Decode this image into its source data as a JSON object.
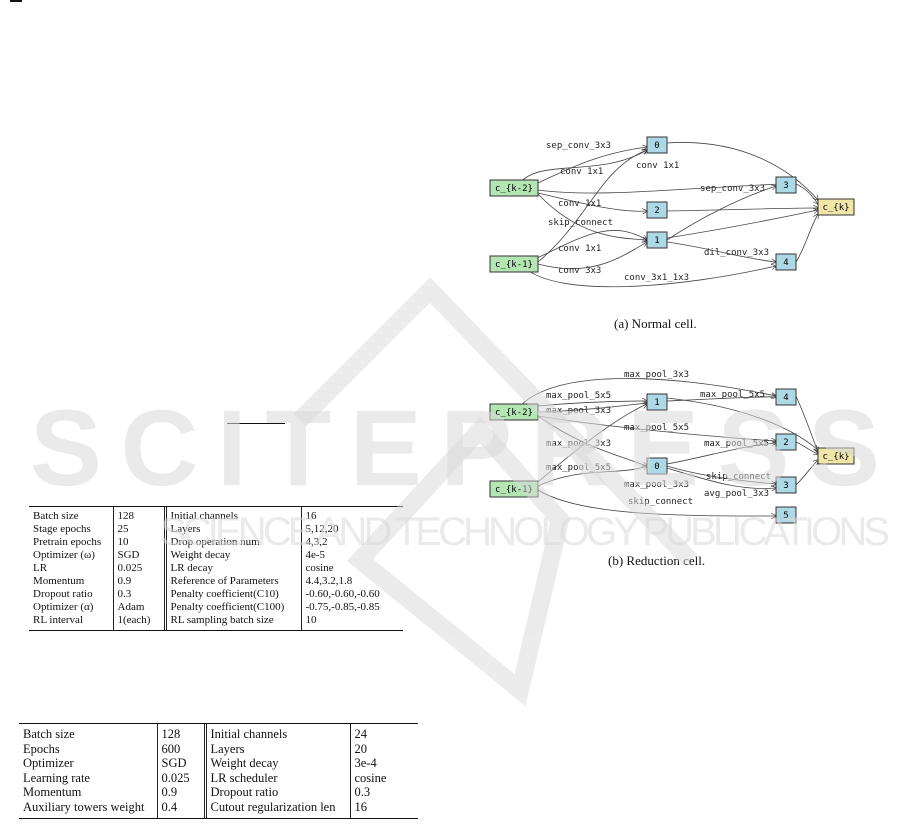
{
  "table1": {
    "rows": [
      [
        "Batch size",
        "128",
        "Initial channels",
        "16"
      ],
      [
        "Stage epochs",
        "25",
        "Layers",
        "5,12,20"
      ],
      [
        "Pretrain epochs",
        "10",
        "Drop operation num",
        "4,3,2"
      ],
      [
        "Optimizer (ω)",
        "SGD",
        "Weight decay",
        "4e-5"
      ],
      [
        "LR",
        "0.025",
        "LR decay",
        "cosine"
      ],
      [
        "Momentum",
        "0.9",
        "Reference of Parameters",
        "4.4,3.2,1.8"
      ],
      [
        "Dropout ratio",
        "0.3",
        "Penalty coefficient(C10)",
        "-0.60,-0.60,-0.60"
      ],
      [
        "Optimizer (α)",
        "Adam",
        "Penalty coefficient(C100)",
        "-0.75,-0.85,-0.85"
      ],
      [
        "RL interval",
        "1(each)",
        "RL sampling batch size",
        "10"
      ]
    ]
  },
  "table2": {
    "rows": [
      [
        "Batch size",
        "128",
        "Initial channels",
        "24"
      ],
      [
        "Epochs",
        "600",
        "Layers",
        "20"
      ],
      [
        "Optimizer",
        "SGD",
        "Weight decay",
        "3e-4"
      ],
      [
        "Learning rate",
        "0.025",
        "LR scheduler",
        "cosine"
      ],
      [
        "Momentum",
        "0.9",
        "Dropout ratio",
        "0.3"
      ],
      [
        "Auxiliary towers weight",
        "0.4",
        "Cutout regularization len",
        "16"
      ]
    ]
  },
  "normal_cell": {
    "caption": "(a)  Normal cell.",
    "nodes": {
      "ck2": "c_{k-2}",
      "ck1": "c_{k-1}",
      "n0": "0",
      "n1": "1",
      "n2": "2",
      "n3": "3",
      "n4": "4",
      "ck": "c_{k}"
    },
    "edges": {
      "e1": "sep_conv_3x3",
      "e2": "conv 1x1",
      "e3": "conv 1x1",
      "e4": "sep_conv_3x3",
      "e5": "conv 1x1",
      "e6": "skip_connect",
      "e7": "conv 1x1",
      "e8": "dil_conv_3x3",
      "e9": "conv 3x3",
      "e10": "conv_3x1_1x3"
    }
  },
  "reduction_cell": {
    "caption": "(b)  Reduction cell.",
    "nodes": {
      "ck2": "c_{k-2}",
      "ck1": "c_{k-1}",
      "n0": "0",
      "n1": "1",
      "n2": "2",
      "n3": "3",
      "n4": "4",
      "n5": "5",
      "ck": "c_{k}"
    },
    "edges": {
      "e1": "max_pool_3x3",
      "e2": "max_pool_5x5",
      "e3": "max_pool_5x5",
      "e4": "max_pool_3x3",
      "e5": "max_pool_5x5",
      "e6": "max_pool_3x3",
      "e7": "max_pool_5x5",
      "e8": "max_pool_5x5",
      "e9": "skip_connect",
      "e10": "max_pool_3x3",
      "e11": "avg_pool_3x3",
      "e12": "skip_connect"
    }
  },
  "watermark": {
    "main": "SCITEPRESS",
    "sub": "SCIENCE AND TECHNOLOGY PUBLICATIONS"
  },
  "colors": {
    "input_node": "#b4e6b4",
    "inner_node": "#add8e6",
    "output_node": "#f0e6a8"
  }
}
